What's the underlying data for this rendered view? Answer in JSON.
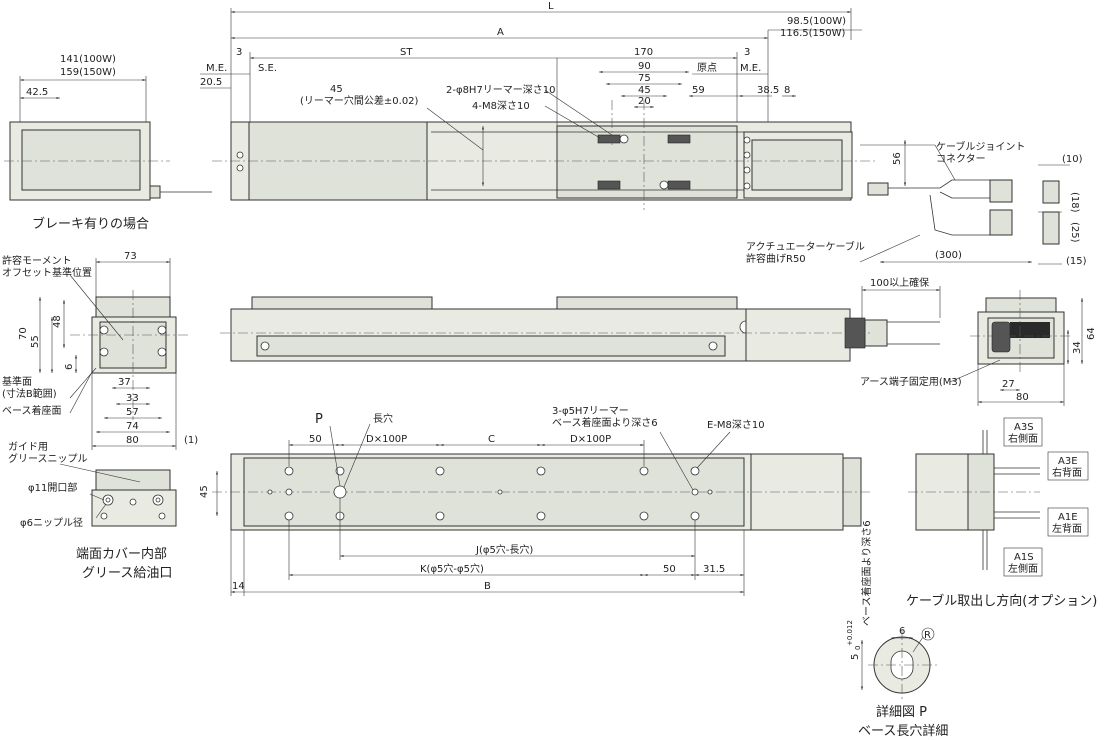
{
  "top_view": {
    "dim_L": "L",
    "dim_A": "A",
    "dim_ST": "ST",
    "dim_170": "170",
    "dim_90": "90",
    "dim_75": "75",
    "dim_45": "45",
    "dim_20": "20",
    "dim_59": "59",
    "dim_38_5": "38.5",
    "dim_8": "8",
    "dim_3_left": "3",
    "dim_3_right": "3",
    "dim_20_5": "20.5",
    "dim_56": "56",
    "dim_98_5": "98.5(100W)",
    "dim_116_5": "116.5(150W)",
    "me_left": "M.E.",
    "se": "S.E.",
    "me_right": "M.E.",
    "origin": "原点",
    "reamer_note_45": "45",
    "reamer_tolerance": "(リーマー穴間公差±0.02)",
    "reamer_holes": "2-φ8H7リーマー深さ10",
    "tap_holes": "4-M8深さ10",
    "cable_joint": "ケーブルジョイント",
    "connector": "コネクター",
    "actuator_cable": "アクチュエーターケーブル",
    "bend_radius": "許容曲げR50",
    "cable_len": "(300)",
    "conn_10": "(10)",
    "conn_18": "(18)",
    "conn_25": "(25)",
    "conn_15": "(15)"
  },
  "brake_view": {
    "dim_141": "141(100W)",
    "dim_159": "159(150W)",
    "dim_42_5": "42.5",
    "caption": "ブレーキ有りの場合"
  },
  "side_view": {
    "clearance": "100以上確保"
  },
  "end_view": {
    "moment_ref_1": "許容モーメント",
    "moment_ref_2": "オフセット基準位置",
    "dim_73": "73",
    "dim_70": "70",
    "dim_55": "55",
    "dim_48": "48",
    "dim_6": "6",
    "dim_37": "37",
    "dim_33": "33",
    "dim_57": "57",
    "dim_74": "74",
    "dim_80": "80",
    "dim_1": "(1)",
    "base_ref_1": "基準面",
    "base_ref_2": "(寸法B範囲)",
    "base_mount": "ベース着座面"
  },
  "grease_view": {
    "guide_1": "ガイド用",
    "guide_2": "グリースニップル",
    "open_11": "φ11開口部",
    "nipple_6": "φ6ニップル径",
    "caption_1": "端面カバー内部",
    "caption_2": "グリース給油口"
  },
  "motor_end_view": {
    "dim_64": "64",
    "dim_34": "34",
    "dim_27": "27",
    "dim_80": "80",
    "earth": "アース端子固定用(M3)"
  },
  "bottom_view": {
    "label_P": "P",
    "slot": "長穴",
    "reamer_3": "3-φ5H7リーマー",
    "reamer_depth": "ベース着座面より深さ6",
    "tap_E": "E-M8深さ10",
    "dim_50_left": "50",
    "dim_Dx100P_left": "D×100P",
    "dim_C": "C",
    "dim_Dx100P_right": "D×100P",
    "dim_45": "45",
    "dim_J": "J(φ5穴-長穴)",
    "dim_K": "K(φ5穴-φ5穴)",
    "dim_50_right": "50",
    "dim_31_5": "31.5",
    "dim_14": "14",
    "dim_B": "B"
  },
  "cable_options": {
    "a3s_1": "A3S",
    "a3s_2": "右側面",
    "a3e_1": "A3E",
    "a3e_2": "右背面",
    "a1e_1": "A1E",
    "a1e_2": "左背面",
    "a1s_1": "A1S",
    "a1s_2": "左側面",
    "caption": "ケーブル取出し方向(オプション)"
  },
  "detail_P": {
    "depth_note": "ベース着座面より深さ6",
    "dim_5": "5",
    "tol": "+0.012",
    "tol0": "0",
    "dim_6": "6",
    "r": "R",
    "caption_1": "詳細図 P",
    "caption_2": "ベース長穴詳細"
  }
}
